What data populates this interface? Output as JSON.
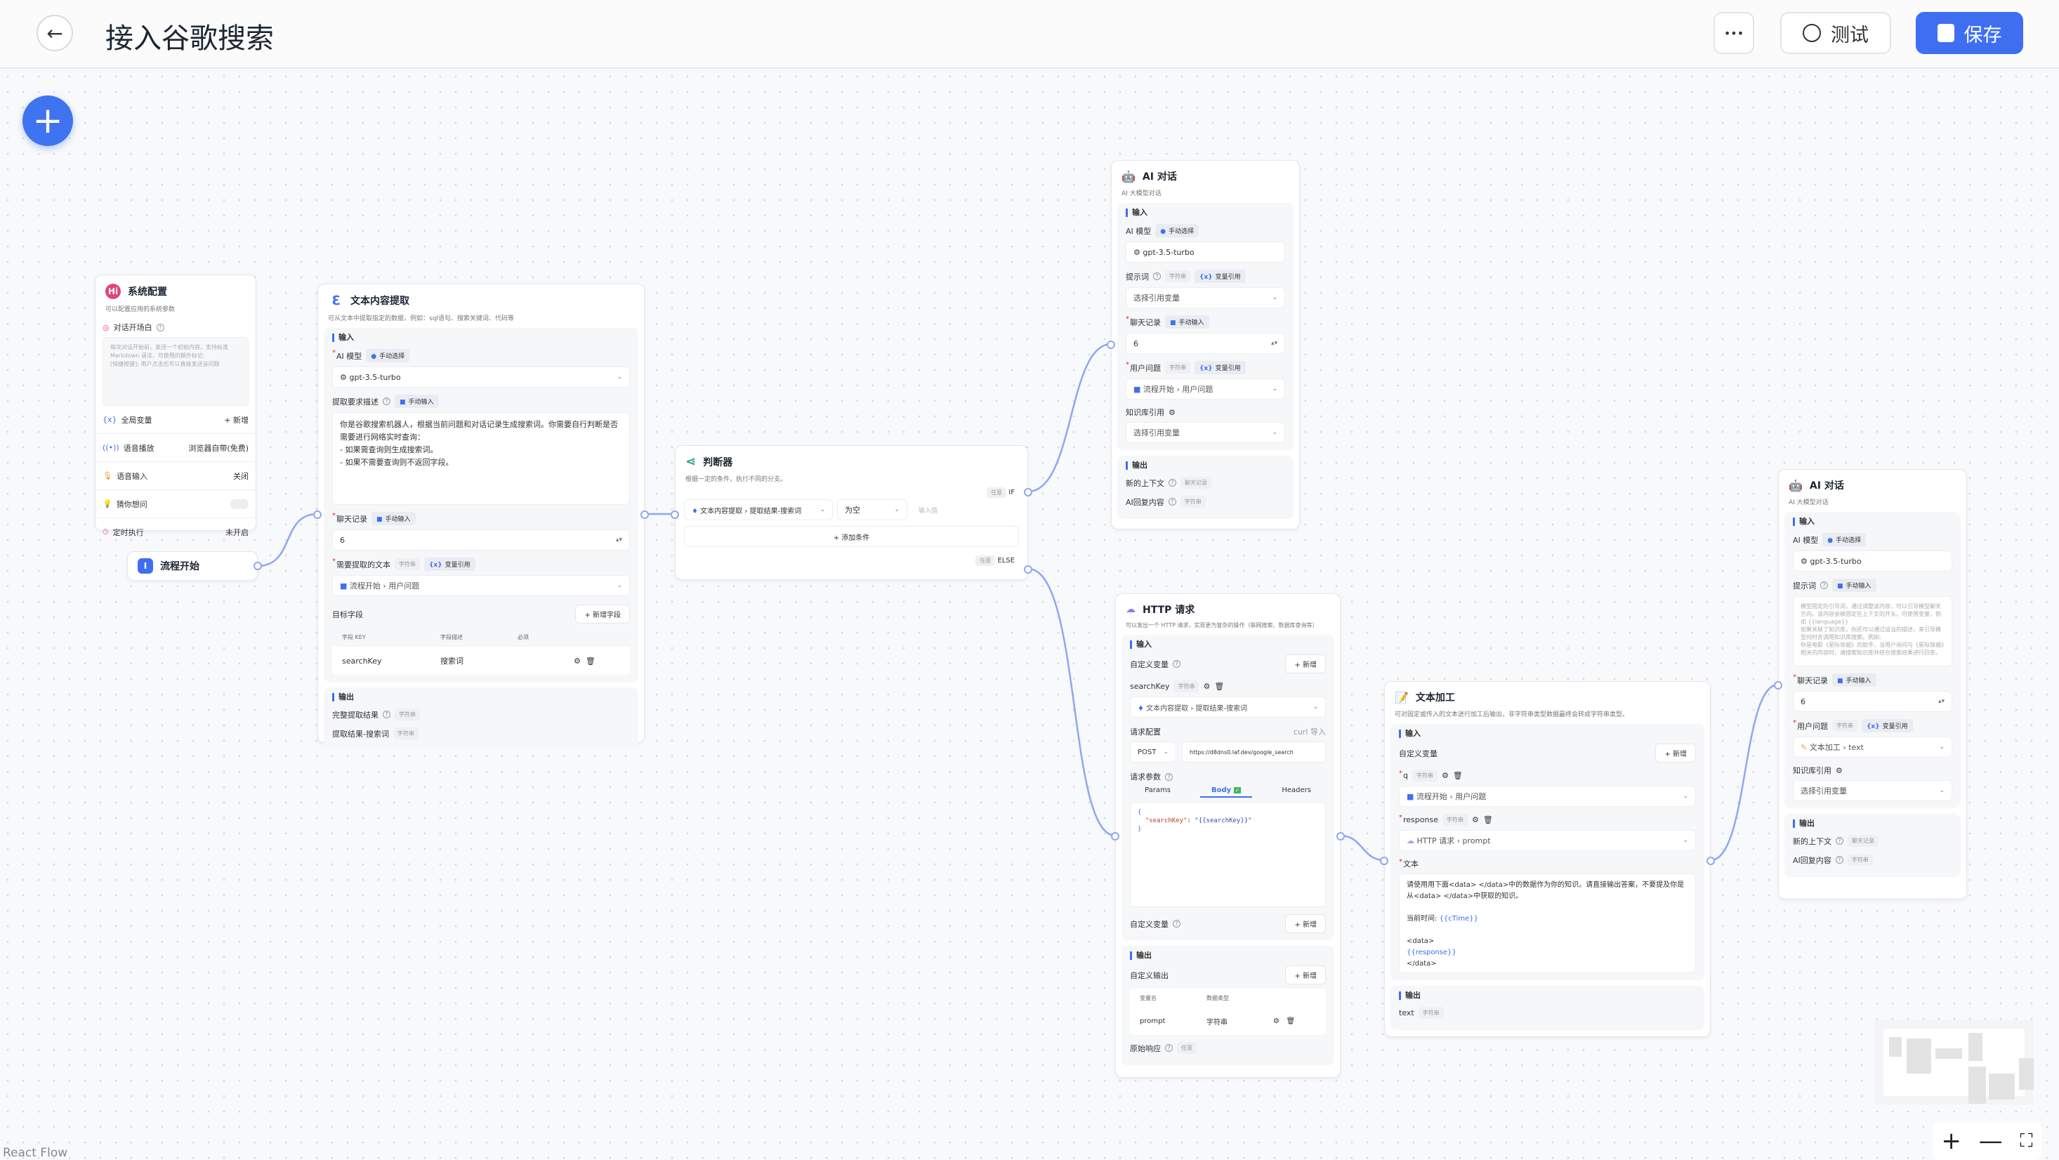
{
  "header": {
    "title": "接入谷歌搜索",
    "more_label": "•••",
    "test_label": "测试",
    "save_label": "保存",
    "accent": "#3f6ff0"
  },
  "canvas": {
    "watermark": "React Flow",
    "zoom_in": "+",
    "zoom_out": "—",
    "fit": "⛶",
    "add_label": "+"
  },
  "common": {
    "input": "输入",
    "output": "输出",
    "manual_select": "手动选择",
    "manual_input": "手动输入",
    "var_ref": "变量引用",
    "string": "字符串",
    "add": "+ 新增",
    "select_var": "选择引用变量",
    "flow_start": "流程开始",
    "user_question": "用户问题",
    "arrow": "›",
    "chat_history_type": "聊天记录",
    "any": "任意"
  },
  "system": {
    "title": "系统配置",
    "desc": "可以配置应用的系统参数",
    "welcome_label": "对话开场白",
    "welcome_placeholder": "每次对话开始前，发送一个初始内容。支持标准 Markdown 语法，可使用的额外标记:\n[快捷按键]: 用户点击后可以直接发送该问题",
    "rows": [
      {
        "label": "全局变量",
        "value": "+ 新增"
      },
      {
        "label": "语音播放",
        "value": "浏览器自带(免费)"
      },
      {
        "label": "语音输入",
        "value": "关闭"
      },
      {
        "label": "猜你想问",
        "value": ""
      },
      {
        "label": "定时执行",
        "value": "未开启"
      }
    ],
    "guess_toggle_on": false
  },
  "start": {
    "title": "流程开始"
  },
  "extract": {
    "title": "文本内容提取",
    "desc": "可从文本中提取指定的数据，例如：sql语句、搜索关键词、代码等",
    "model_label": "AI 模型",
    "model": "gpt-3.5-turbo",
    "desc_label": "提取要求描述",
    "prompt": "你是谷歌搜索机器人，根据当前问题和对话记录生成搜索词。你需要自行判断是否需要进行网络实时查询：\n- 如果需查询则生成搜索词。\n- 如果不需要查询则不返回字段。",
    "history_label": "聊天记录",
    "history": "6",
    "text_label": "需要提取的文本",
    "target_label": "目标字段",
    "add_field": "+ 新增字段",
    "columns": [
      "字段 KEY",
      "字段描述",
      "必须"
    ],
    "fields": [
      {
        "key": "searchKey",
        "desc": "搜索词"
      }
    ],
    "outputs": [
      {
        "label": "完整提取结果",
        "type": "字符串"
      },
      {
        "label": "提取结果-搜索词",
        "type": "字符串"
      }
    ]
  },
  "judge": {
    "title": "判断器",
    "desc": "根据一定的条件，执行不同的分支。",
    "if": "IF",
    "else": "ELSE",
    "cond_var": "文本内容提取 › 提取结果-搜索词",
    "cond_op": "为空",
    "cond_value_placeholder": "输入值",
    "add_cond": "+  添加条件"
  },
  "ai1": {
    "title": "AI 对话",
    "desc": "AI 大模型对话",
    "model_label": "AI 模型",
    "model": "gpt-3.5-turbo",
    "prompt_label": "提示词",
    "history_label": "聊天记录",
    "history": "6",
    "question_label": "用户问题",
    "kb_label": "知识库引用",
    "outputs": [
      {
        "label": "新的上下文",
        "type": "聊天记录"
      },
      {
        "label": "AI回复内容",
        "type": "字符串"
      }
    ]
  },
  "http": {
    "title": "HTTP 请求",
    "desc": "可以发出一个 HTTP 请求，实现更为复杂的操作（联网搜索、数据库查询等）",
    "custom_var": "自定义变量",
    "var_name": "searchKey",
    "var_ref": "文本内容提取 › 提取结果-搜索词",
    "req_config": "请求配置",
    "curl": "curl 导入",
    "method": "POST",
    "url": "https://d8dns0.laf.dev/google_search",
    "req_params": "请求参数",
    "tabs": [
      "Params",
      "Body",
      "Headers"
    ],
    "active_tab": "Body",
    "body_open": "{",
    "body_key": "\"searchKey\"",
    "body_colon": ": ",
    "body_value": "\"{{searchKey}}\"",
    "body_close": "}",
    "custom_out": "自定义输出",
    "out_columns": [
      "变量名",
      "数据类型"
    ],
    "out_rows": [
      {
        "name": "prompt",
        "type": "字符串"
      }
    ],
    "raw": "原始响应"
  },
  "textproc": {
    "title": "文本加工",
    "desc": "可对固定或传入的文本进行加工后输出，非字符串类型数据最终会转成字符串类型。",
    "custom_var": "自定义变量",
    "vars": [
      {
        "name": "q",
        "ref": "流程开始 › 用户问题"
      },
      {
        "name": "response",
        "ref": "HTTP 请求 › prompt"
      }
    ],
    "text_label": "文本",
    "text_line1": "请使用用下面<data> </data>中的数据作为你的知识。请直接输出答案，不要提及你是从<data> </data>中获取的知识。",
    "time_label": "当前时间: ",
    "time_var": "{{cTime}}",
    "data_open": "<data>",
    "response_var": "{{response}}",
    "data_close": "</data>",
    "output": "text"
  },
  "ai2": {
    "title": "AI 对话",
    "desc": "AI 大模型对话",
    "model_label": "AI 模型",
    "model": "gpt-3.5-turbo",
    "prompt_label": "提示词",
    "prompt_placeholder": "模型固定的引导词，通过调整该内容，可以引导模型聊天方向。该内容会被固定在上下文的开头。可使用变量，例如 {{language}}\n如果关联了知识库，你还可以通过适当的描述，来引导模型何时去调用知识库搜索。例如:\n你是电影《星际穿越》的助手，当用户询问与《星际穿越》相关的内容时，请搜索知识库并结合搜索结果进行回答。",
    "history_label": "聊天记录",
    "history": "6",
    "question_label": "用户问题",
    "question_ref": "文本加工 › text",
    "kb_label": "知识库引用",
    "outputs": [
      {
        "label": "新的上下文",
        "type": "聊天记录"
      },
      {
        "label": "AI回复内容",
        "type": "字符串"
      }
    ]
  }
}
